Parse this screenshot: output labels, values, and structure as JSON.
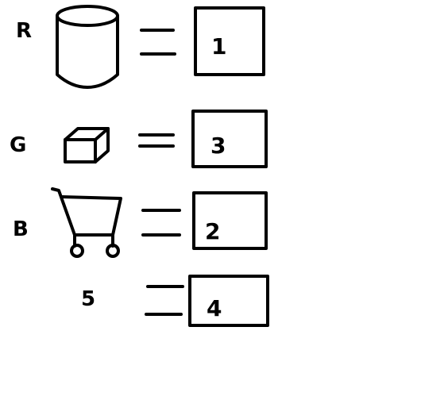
{
  "rows": [
    {
      "label": "R",
      "icon": "cylinder-icon",
      "value": "1"
    },
    {
      "label": "G",
      "icon": "cube-icon",
      "value": "3"
    },
    {
      "label": "B",
      "icon": "shopping-cart-icon",
      "value": "2"
    },
    {
      "label": "5",
      "icon": "",
      "value": "4"
    }
  ]
}
